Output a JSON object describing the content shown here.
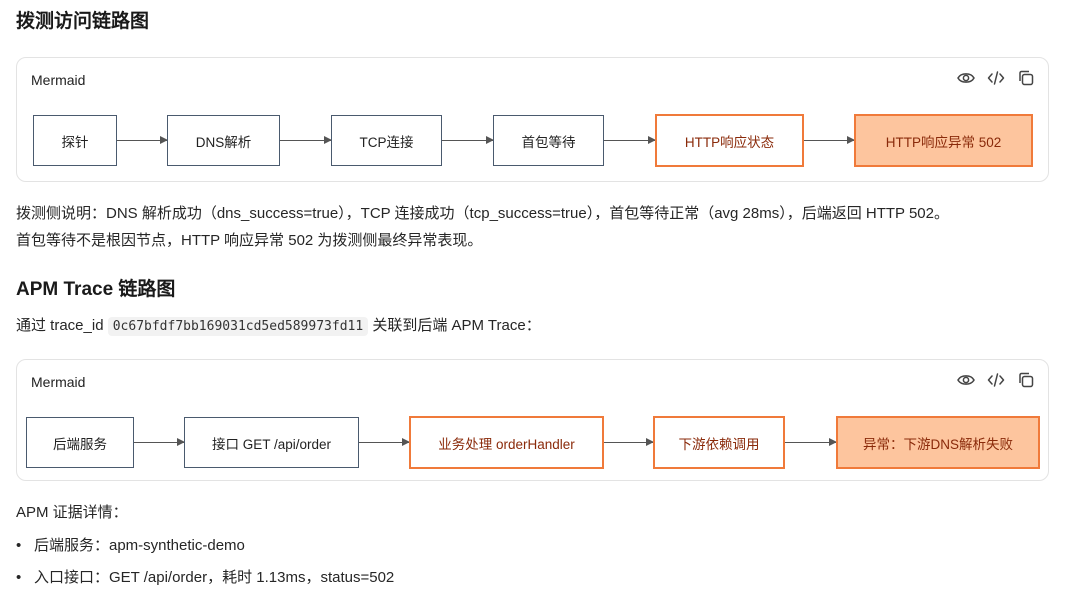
{
  "section1": {
    "title": "拨测访问链路图",
    "card_label": "Mermaid",
    "nodes": [
      "探针",
      "DNS解析",
      "TCP连接",
      "首包等待",
      "HTTP响应状态",
      "HTTP响应异常 502"
    ],
    "note_line1": "拨测侧说明：DNS 解析成功（dns_success=true），TCP 连接成功（tcp_success=true），首包等待正常（avg 28ms），后端返回 HTTP 502。",
    "note_line2": "首包等待不是根因节点，HTTP 响应异常 502 为拨测侧最终异常表现。"
  },
  "section2": {
    "title": "APM Trace 链路图",
    "intro_prefix": "通过 trace_id",
    "trace_id": "0c67bfdf7bb169031cd5ed589973fd11",
    "intro_suffix": "关联到后端 APM Trace：",
    "card_label": "Mermaid",
    "nodes": [
      "后端服务",
      "接口 GET /api/order",
      "业务处理 orderHandler",
      "下游依赖调用",
      "异常：下游DNS解析失败"
    ]
  },
  "evidence": {
    "title": "APM 证据详情：",
    "items": [
      "后端服务：apm-synthetic-demo",
      "入口接口：GET /api/order，耗时 1.13ms，status=502"
    ]
  },
  "toolbar_icons": [
    "eye-icon",
    "code-icon",
    "copy-icon"
  ],
  "colors": {
    "warn_border": "#f07a3a",
    "error_fill": "#fdc59e",
    "warn_text": "#8a2a0a"
  }
}
